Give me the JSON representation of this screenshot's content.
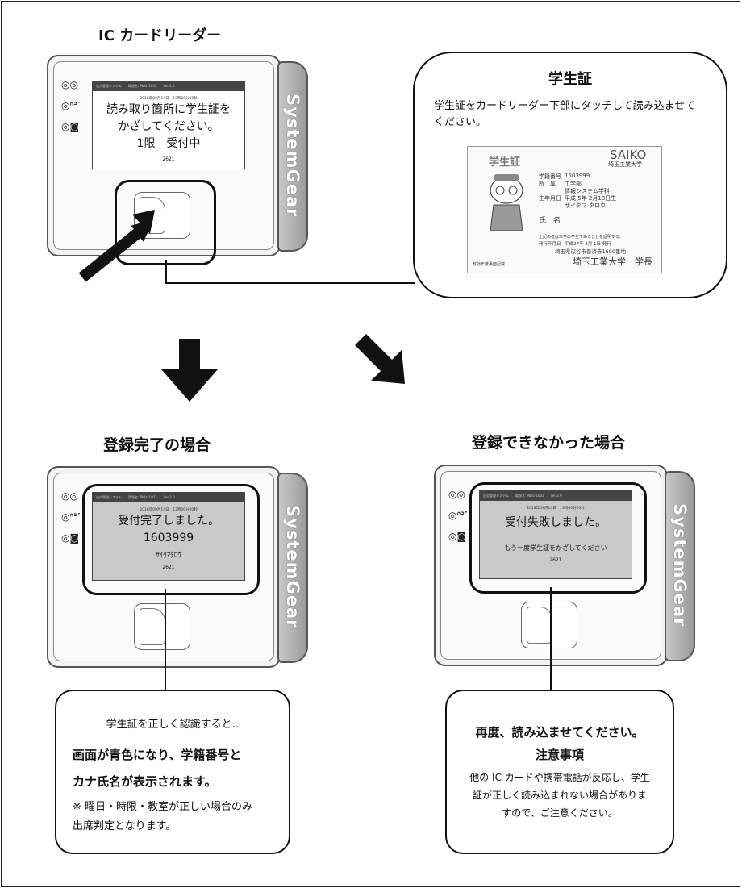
{
  "headings": {
    "reader": "IC カードリーダー",
    "success": "登録完了の場合",
    "failure": "登録できなかった場合"
  },
  "device": {
    "brand": "SystemGear",
    "led1": "◎◎",
    "led2": "◎ᐢᐣᐝ",
    "led3": "◎◙",
    "bar_text": "出欠管理システム　　環境名: Pblic-1002　　Ver 2.0",
    "date_text": "2018年09月14日　13時00分00秒",
    "code": "2621"
  },
  "screens": {
    "top": {
      "line1": "読み取り箇所に学生証を",
      "line2": "かざしてください。",
      "line3": "1限　受付中"
    },
    "success": {
      "line1": "受付完了しました。",
      "line2": "1603999",
      "line3": "ｻｲﾀﾏﾀﾛｳ"
    },
    "failure": {
      "line1": "受付失敗しました。",
      "line2": "もう一度学生証をかざしてください"
    }
  },
  "student_card_callout": {
    "title": "学生証",
    "text": "学生証をカードリーダー下部にタッチして読み込ませてください。"
  },
  "id_card": {
    "header": "学生証",
    "logo": "SAIKO",
    "logo_sub": "埼玉工業大学",
    "label_no": "学籍番号",
    "value_no": "1503999",
    "label_dept": "所　属",
    "value_dept1": "工学部",
    "value_dept2": "情報システム学科",
    "label_birth": "生年月日",
    "value_birth": "平成 5年 2月18日生",
    "value_kana": "サイタマ タロウ",
    "label_name": "氏　名",
    "notice": "上記の者は本学の学生であることを証明する。",
    "issue_label": "発行年月日",
    "issue_value": "平成27年 4月 1日 発行",
    "address": "埼玉県深谷市普済寺1690番地",
    "university": "埼玉工業大学　学長",
    "validity": "有効年度裏面記載"
  },
  "success_callout": {
    "intro": "学生証を正しく認識すると‥",
    "bold1": "画面が青色になり、学籍番号と",
    "bold2": "カナ氏名が表示されます。",
    "note1": "※ 曜日・時限・教室が正しい場合のみ",
    "note2": "出席判定となります。"
  },
  "failure_callout": {
    "bold1": "再度、読み込ませてください。",
    "bold2": "注意事項",
    "text1": "他の IC カードや携帯電話が反応し、学生",
    "text2": "証が正しく読み込まれない場合がありま",
    "text3": "すので、ご注意ください。"
  }
}
